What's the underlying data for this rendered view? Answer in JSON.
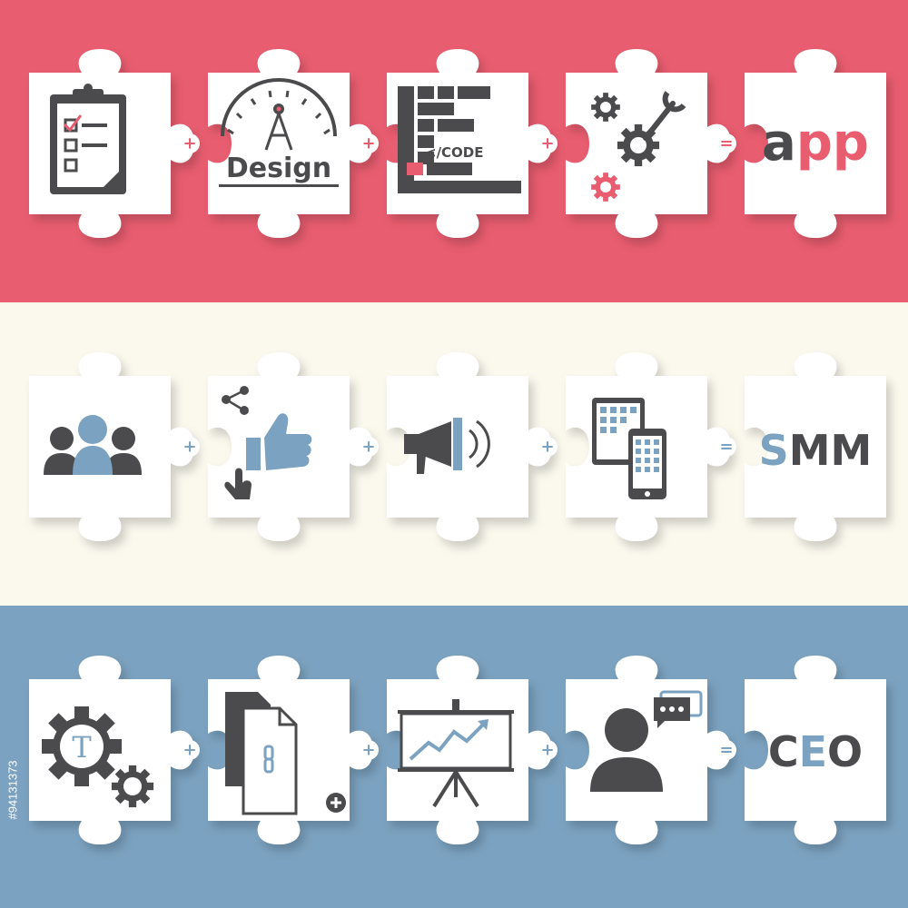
{
  "colors": {
    "red": "#e85d6f",
    "cream": "#fbf9ee",
    "blue": "#7ba2c0",
    "dark": "#4b4b4d",
    "piece": "#ffffff"
  },
  "rows": [
    {
      "name": "app",
      "icons": [
        "clipboard-checklist-icon",
        "design-compass-icon",
        "code-blocks-icon",
        "gears-wrench-icon"
      ],
      "design_text": "Design",
      "code_text": "</CODE",
      "operators": [
        "+",
        "+",
        "+",
        "="
      ],
      "result": {
        "part1": "a",
        "part2": "pp"
      }
    },
    {
      "name": "smm",
      "icons": [
        "people-group-icon",
        "share-like-icon",
        "megaphone-icon",
        "tablet-phone-icon"
      ],
      "operators": [
        "+",
        "+",
        "+",
        "="
      ],
      "result": {
        "part1": "S",
        "part2": "MM"
      }
    },
    {
      "name": "ceo",
      "icons": [
        "text-gears-icon",
        "linked-documents-icon",
        "chart-presentation-icon",
        "person-chat-icon"
      ],
      "gear_letter": "T",
      "operators": [
        "+",
        "+",
        "+",
        "="
      ],
      "result": {
        "part1": "C",
        "part2": "E",
        "part3": "O"
      }
    }
  ],
  "stock_id": "#94131373"
}
